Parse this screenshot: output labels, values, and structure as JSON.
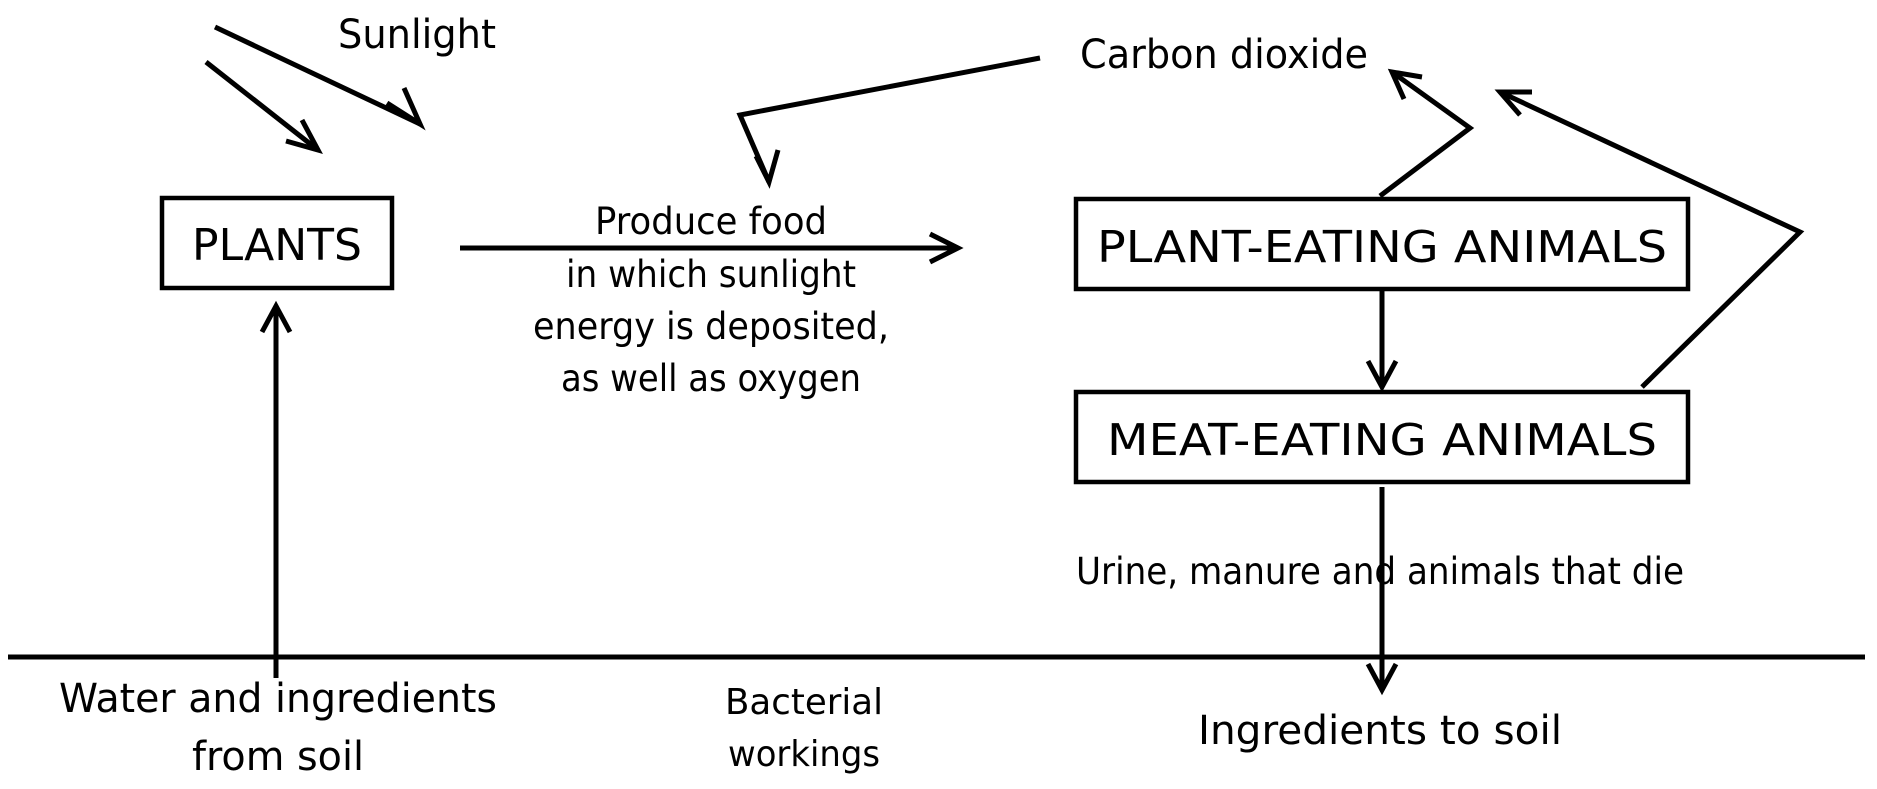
{
  "labels": {
    "sunlight": "Sunlight",
    "carbon_dioxide": "Carbon dioxide",
    "produce_food": [
      "Produce food",
      "in which sunlight",
      "energy is deposited,",
      "as well as oxygen"
    ],
    "urine": "Urine, manure and animals that die",
    "water_ingredients": [
      "Water and ingredients",
      "from soil"
    ],
    "bacterial": [
      "Bacterial",
      "workings"
    ],
    "ingredients_to_soil": "Ingredients to soil"
  },
  "boxes": {
    "plants": "PLANTS",
    "plant_eating": "PLANT-EATING ANIMALS",
    "meat_eating": "MEAT-EATING ANIMALS"
  }
}
